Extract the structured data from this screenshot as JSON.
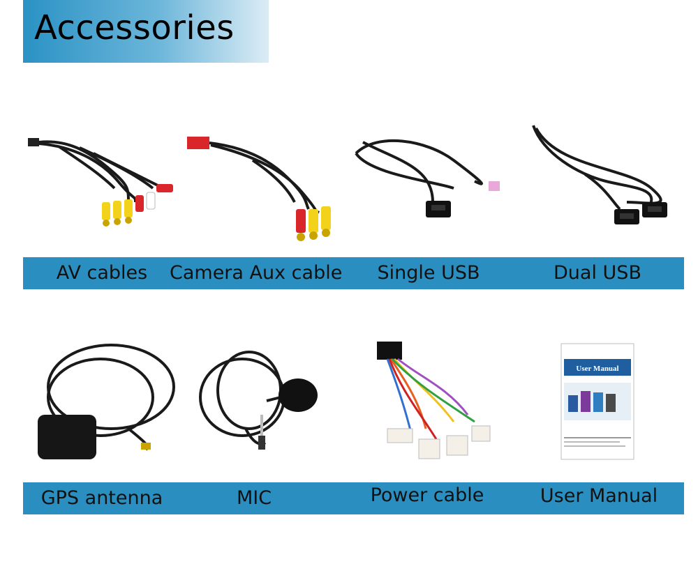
{
  "header": {
    "title": "Accessories"
  },
  "row1": [
    {
      "label": "AV cables",
      "icon": "av-cables-icon"
    },
    {
      "label": "Camera Aux cable",
      "icon": "camera-aux-cable-icon"
    },
    {
      "label": "Single USB",
      "icon": "single-usb-icon"
    },
    {
      "label": "Dual USB",
      "icon": "dual-usb-icon"
    }
  ],
  "row2": [
    {
      "label": "GPS antenna",
      "icon": "gps-antenna-icon"
    },
    {
      "label": "MIC",
      "icon": "mic-icon"
    },
    {
      "label": "Power cable",
      "icon": "power-cable-icon"
    },
    {
      "label": "User Manual",
      "icon": "user-manual-icon"
    }
  ],
  "manual": {
    "title": "User Manual"
  },
  "colors": {
    "band": "#2a8fc0",
    "header_start": "#2a92c4",
    "rca_yellow": "#f2d21a",
    "rca_red": "#d8262b"
  }
}
